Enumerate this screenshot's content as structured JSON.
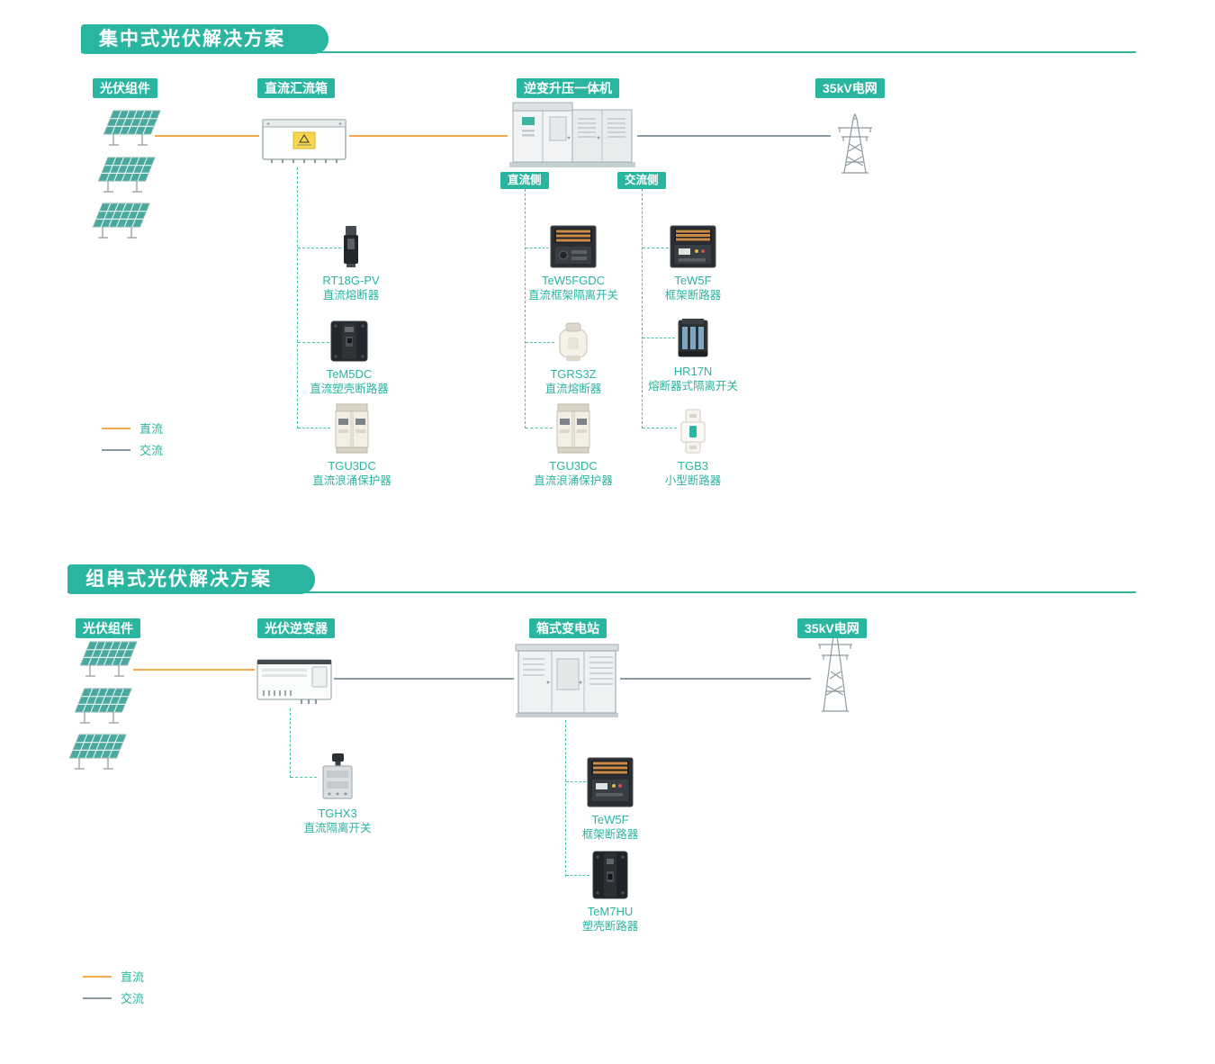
{
  "colors": {
    "teal": "#2AB5A0",
    "dc_line": "#F5AA4B",
    "ac_line": "#8C9AA0",
    "product_text": "#2AB5A0"
  },
  "sections": [
    {
      "title": "集中式光伏解决方案",
      "stations": [
        "光伏组件",
        "直流汇流箱",
        "逆变升压一体机",
        "35kV电网"
      ],
      "side_labels": [
        "直流侧",
        "交流侧"
      ],
      "columns": [
        {
          "items": [
            {
              "name": "RT18G-PV",
              "desc": "直流熔断器"
            },
            {
              "name": "TeM5DC",
              "desc": "直流塑壳断路器"
            },
            {
              "name": "TGU3DC",
              "desc": "直流浪涌保护器"
            }
          ]
        },
        {
          "items": [
            {
              "name": "TeW5FGDC",
              "desc": "直流框架隔离开关"
            },
            {
              "name": "TGRS3Z",
              "desc": "直流熔断器"
            },
            {
              "name": "TGU3DC",
              "desc": "直流浪涌保护器"
            }
          ]
        },
        {
          "items": [
            {
              "name": "TeW5F",
              "desc": "框架断路器"
            },
            {
              "name": "HR17N",
              "desc": "熔断器式隔离开关"
            },
            {
              "name": "TGB3",
              "desc": "小型断路器"
            }
          ]
        }
      ],
      "legend": [
        {
          "label": "直流"
        },
        {
          "label": "交流"
        }
      ]
    },
    {
      "title": "组串式光伏解决方案",
      "stations": [
        "光伏组件",
        "光伏逆变器",
        "箱式变电站",
        "35kV电网"
      ],
      "columns": [
        {
          "items": [
            {
              "name": "TGHX3",
              "desc": "直流隔离开关"
            }
          ]
        },
        {
          "items": [
            {
              "name": "TeW5F",
              "desc": "框架断路器"
            },
            {
              "name": "TeM7HU",
              "desc": "塑壳断路器"
            }
          ]
        }
      ],
      "legend": [
        {
          "label": "直流"
        },
        {
          "label": "交流"
        }
      ]
    }
  ]
}
